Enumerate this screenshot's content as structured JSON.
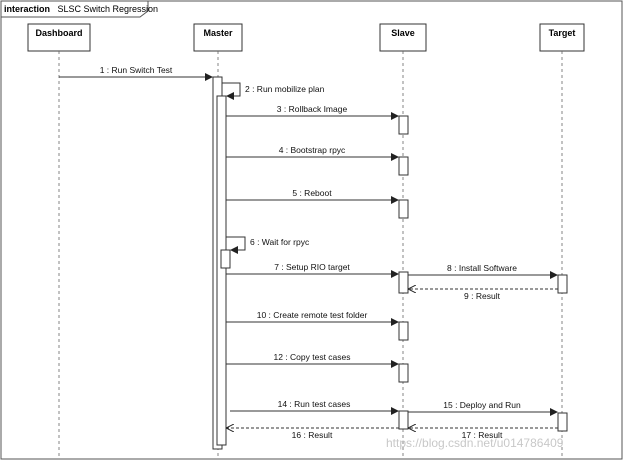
{
  "frame": {
    "keyword": "interaction",
    "name": "SLSC Switch Regression"
  },
  "lifelines": [
    {
      "id": "dashboard",
      "label": "Dashboard"
    },
    {
      "id": "master",
      "label": "Master"
    },
    {
      "id": "slave",
      "label": "Slave"
    },
    {
      "id": "target",
      "label": "Target"
    }
  ],
  "messages": [
    {
      "label": "1 : Run Switch Test"
    },
    {
      "label": "2 : Run mobilize plan"
    },
    {
      "label": "3 : Rollback Image"
    },
    {
      "label": "4 : Bootstrap rpyc"
    },
    {
      "label": "5 : Reboot"
    },
    {
      "label": "6 : Wait for rpyc"
    },
    {
      "label": "7 : Setup RIO target"
    },
    {
      "label": "8 : Install Software"
    },
    {
      "label": "9 : Result"
    },
    {
      "label": "10 : Create remote test folder"
    },
    {
      "label": "12 : Copy test cases"
    },
    {
      "label": "14 : Run test cases"
    },
    {
      "label": "15 : Deploy and Run"
    },
    {
      "label": "16 : Result"
    },
    {
      "label": "17 : Result"
    }
  ],
  "watermark": "https://blog.csdn.net/u014786409"
}
